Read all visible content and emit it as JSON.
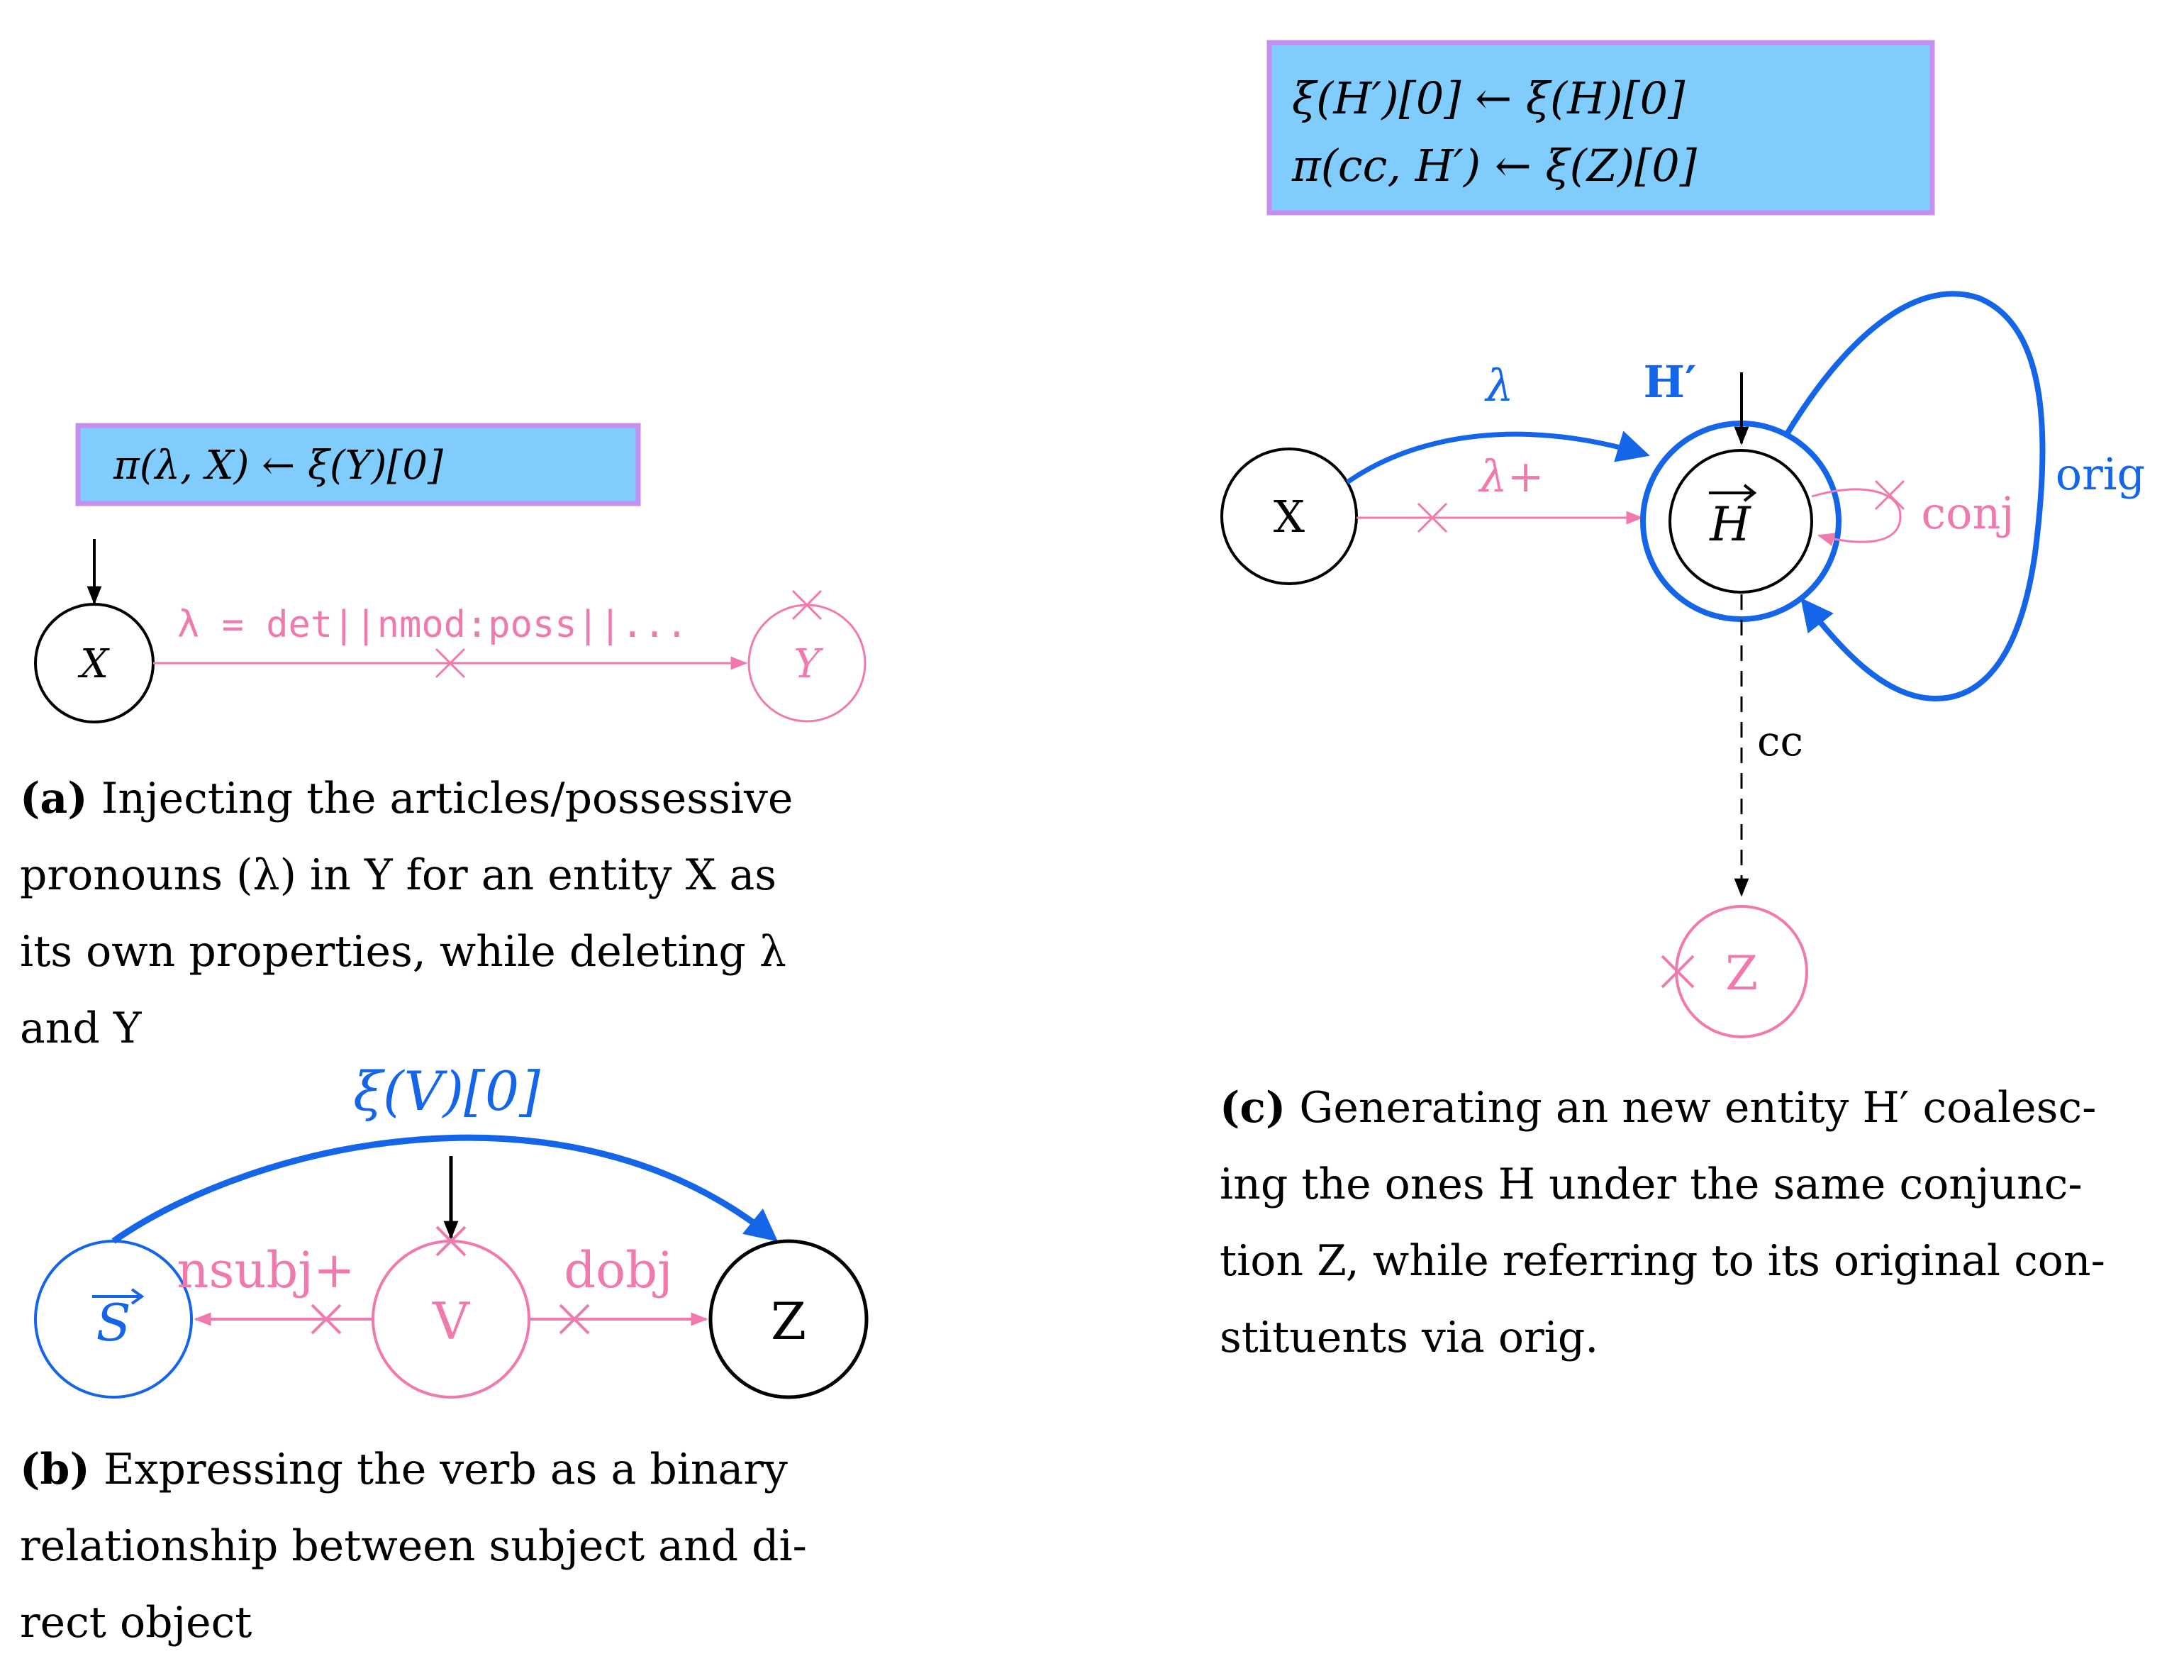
{
  "palette": {
    "blue": "#1565E8",
    "pink": "#F07AAE",
    "box_fill": "#80CCFC",
    "box_border": "#C58EEF",
    "black": "#000000"
  },
  "panel_a": {
    "formula": "π(λ, X) ← ξ(Y)[0]",
    "node_x": "X",
    "node_y": "Y",
    "edge_label": "λ = det||nmod:poss||...",
    "caption_tag": "(a)",
    "caption_lines": [
      "Injecting the articles/possessive",
      "pronouns (λ) in Y for an entity X as",
      "its own properties, while deleting λ",
      "and Y"
    ]
  },
  "panel_b": {
    "top_label": "ξ(V)[0]",
    "node_s": "S",
    "node_v": "V",
    "node_z": "Z",
    "edge_left_label": "nsubj+",
    "edge_right_label": "dobj",
    "caption_tag": "(b)",
    "caption_lines": [
      "Expressing the verb as a binary",
      "relationship between subject and di-",
      "rect object"
    ]
  },
  "panel_c": {
    "formula_line1": "ξ(H′)[0] ← ξ(H)[0]",
    "formula_line2": "π(cc, H′) ← ξ(Z)[0]",
    "node_x": "X",
    "node_h": "H",
    "node_z": "Z",
    "h_prime_label": "H′",
    "lambda_label": "λ",
    "lambda_plus_label": "λ+",
    "conj_label": "conj",
    "orig_label": "orig",
    "cc_label": "cc",
    "caption_tag": "(c)",
    "caption_lines": [
      "Generating an new entity H′ coalesc-",
      "ing the ones H under the same conjunc-",
      "tion Z, while referring to its original con-",
      "stituents via orig."
    ]
  }
}
